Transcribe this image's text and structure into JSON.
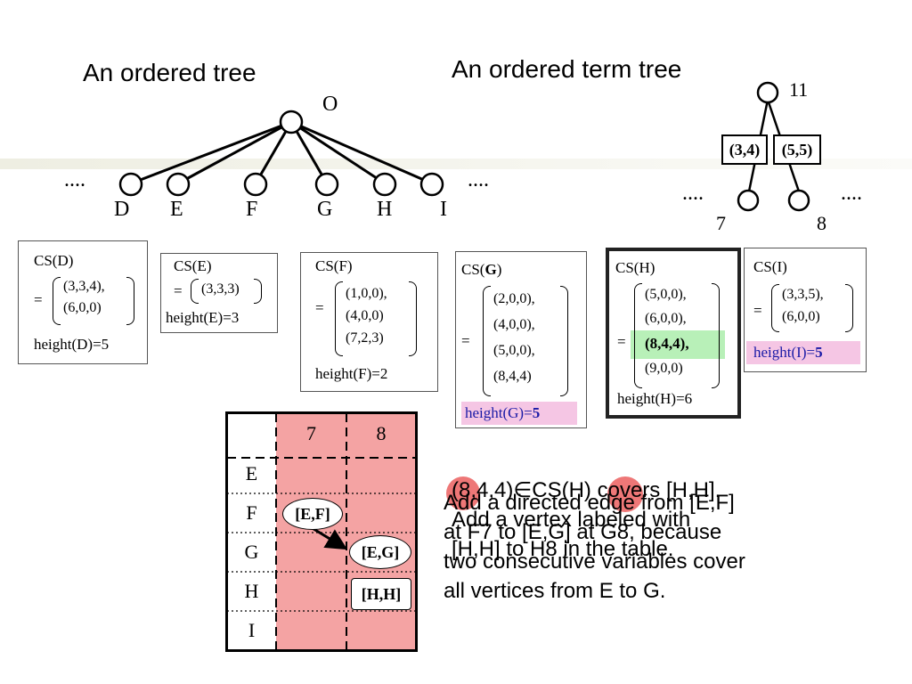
{
  "titles": {
    "left": "An ordered tree",
    "right": "An ordered term tree"
  },
  "left_tree": {
    "root": "O",
    "dots_left": "....",
    "dots_right": "....",
    "leaves": [
      "D",
      "E",
      "F",
      "G",
      "H",
      "I"
    ]
  },
  "term_tree": {
    "root": "11",
    "edge_left": "(3,4)",
    "edge_right": "(5,5)",
    "dots_left": "....",
    "dots_right": "....",
    "leaf_left": "7",
    "leaf_right": "8"
  },
  "cs_boxes": {
    "D": {
      "label": "CS(D)",
      "eq": "=",
      "items": [
        "(3,3,4),",
        "(6,0,0)"
      ],
      "height": "height(D)=5"
    },
    "E": {
      "label": "CS(E)",
      "eq": "=",
      "items": [
        "(3,3,3)"
      ],
      "height": "height(E)=3"
    },
    "F": {
      "label": "CS(F)",
      "eq": "=",
      "items": [
        "(1,0,0),",
        "(4,0,0)",
        "(7,2,3)"
      ],
      "height": "height(F)=2"
    },
    "G": {
      "label_prefix": "CS(",
      "label_bold": "G",
      "label_suffix": ")",
      "eq": "=",
      "items": [
        "(2,0,0),",
        "(4,0,0),",
        "(5,0,0),",
        "(8,4,4)"
      ],
      "height_prefix": "height(G)=",
      "height_bold": "5"
    },
    "H": {
      "label": "CS(H)",
      "eq": "=",
      "items": [
        "(5,0,0),",
        "(6,0,0),",
        "(8,4,4),",
        "(9,0,0)"
      ],
      "height": "height(H)=6"
    },
    "I": {
      "label": "CS(I)",
      "eq": "=",
      "items": [
        "(3,3,5),",
        "(6,0,0)"
      ],
      "height_prefix": "height(I)=",
      "height_bold": "5"
    }
  },
  "table": {
    "columns": [
      "7",
      "8"
    ],
    "rows": [
      "E",
      "F",
      "G",
      "H",
      "I"
    ],
    "entries": {
      "F7": "[E,F]",
      "G8": "[E,G]",
      "H8": "[H,H]"
    }
  },
  "overlapping_text": [
    "(8,4,4)∈CS(H) covers [H,H].\nAdd a vertex labeled with\n[H,H] to H8 in the table.",
    "Add a directed edge from [E,F]\nat F7 to [E,G] at G8, because\ntwo consecutive variables cover\nall vertices from E to G."
  ],
  "colors": {
    "table_fill": "#f4a3a3",
    "cs_g_highlight": "#f5c6e4",
    "cs_h_highlight": "#b8f0b8",
    "circle_marker": "#ee7777",
    "blue_text": "#1a1aa6"
  }
}
